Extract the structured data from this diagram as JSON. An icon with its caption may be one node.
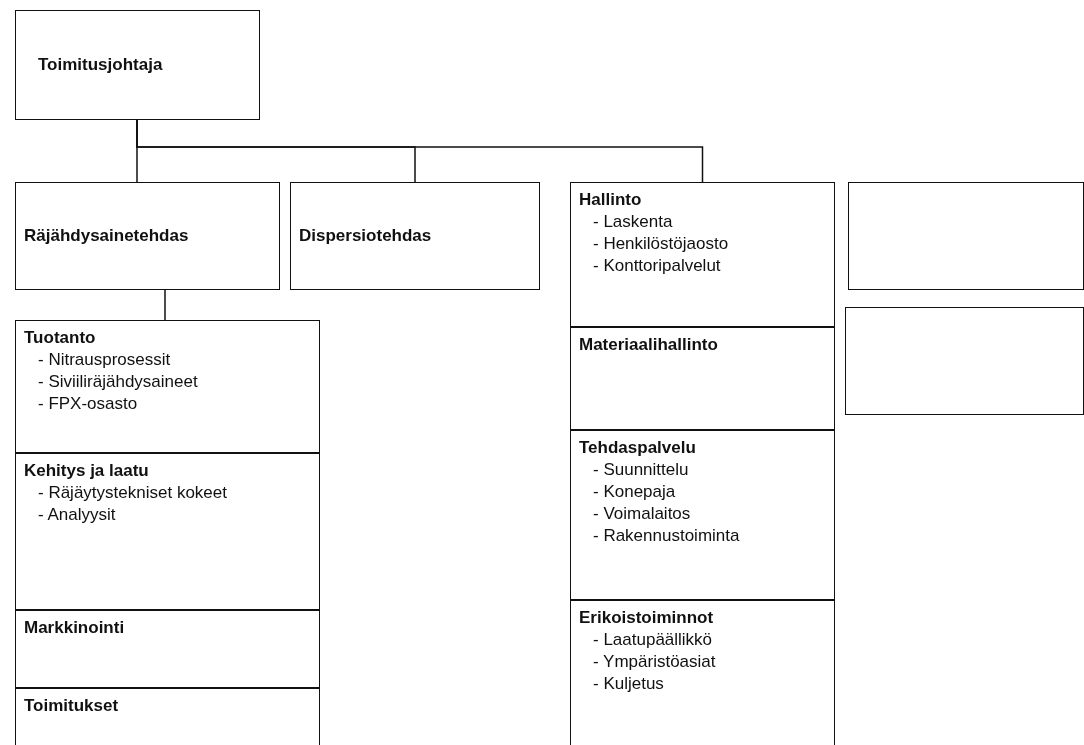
{
  "diagram": {
    "nodes": [
      {
        "text": [
          "Toimitusjohtaja"
        ]
      },
      {
        "text": [
          "Räjähdysainetehdas"
        ]
      },
      {
        "text": [
          "Dispersiotehdas"
        ]
      },
      {
        "text": [
          "Hallinto",
          "- Laskenta",
          "- Henkilöstöjaosto",
          "- Konttoripalvelut"
        ]
      },
      {
        "text": [],
        "shape": "box"
      },
      {
        "text": [
          "Tuotanto",
          "- Nitrausprosessit",
          "- Siviiliräjähdysaineet",
          "- FPX-osasto"
        ]
      },
      {
        "text": [
          "Kehitys ja laatu",
          "- Räjäytystekniset kokeet",
          "- Analyysit"
        ]
      },
      {
        "text": [
          "Markkinointi"
        ]
      },
      {
        "text": [
          "Toimitukset"
        ]
      },
      {
        "text": [
          "Materiaalihallinto"
        ]
      },
      {
        "text": [],
        "shape": "box"
      },
      {
        "text": [
          "Tehdaspalvelu",
          "- Suunnittelu",
          "- Konepaja",
          "- Voimalaitos",
          "- Rakennustoiminta"
        ]
      },
      {
        "text": [
          "Erikoistoiminnot",
          "- Laatupäällikkö",
          "- Ympäristöasiat",
          "- Kuljetus"
        ]
      }
    ],
    "edges": [
      {
        "from": 0,
        "to": 1,
        "arrow": "none"
      },
      {
        "from": 0,
        "to": 2,
        "arrow": "none"
      },
      {
        "from": 0,
        "to": 3,
        "arrow": "none"
      },
      {
        "from": 1,
        "to": 5,
        "arrow": "none"
      }
    ]
  }
}
